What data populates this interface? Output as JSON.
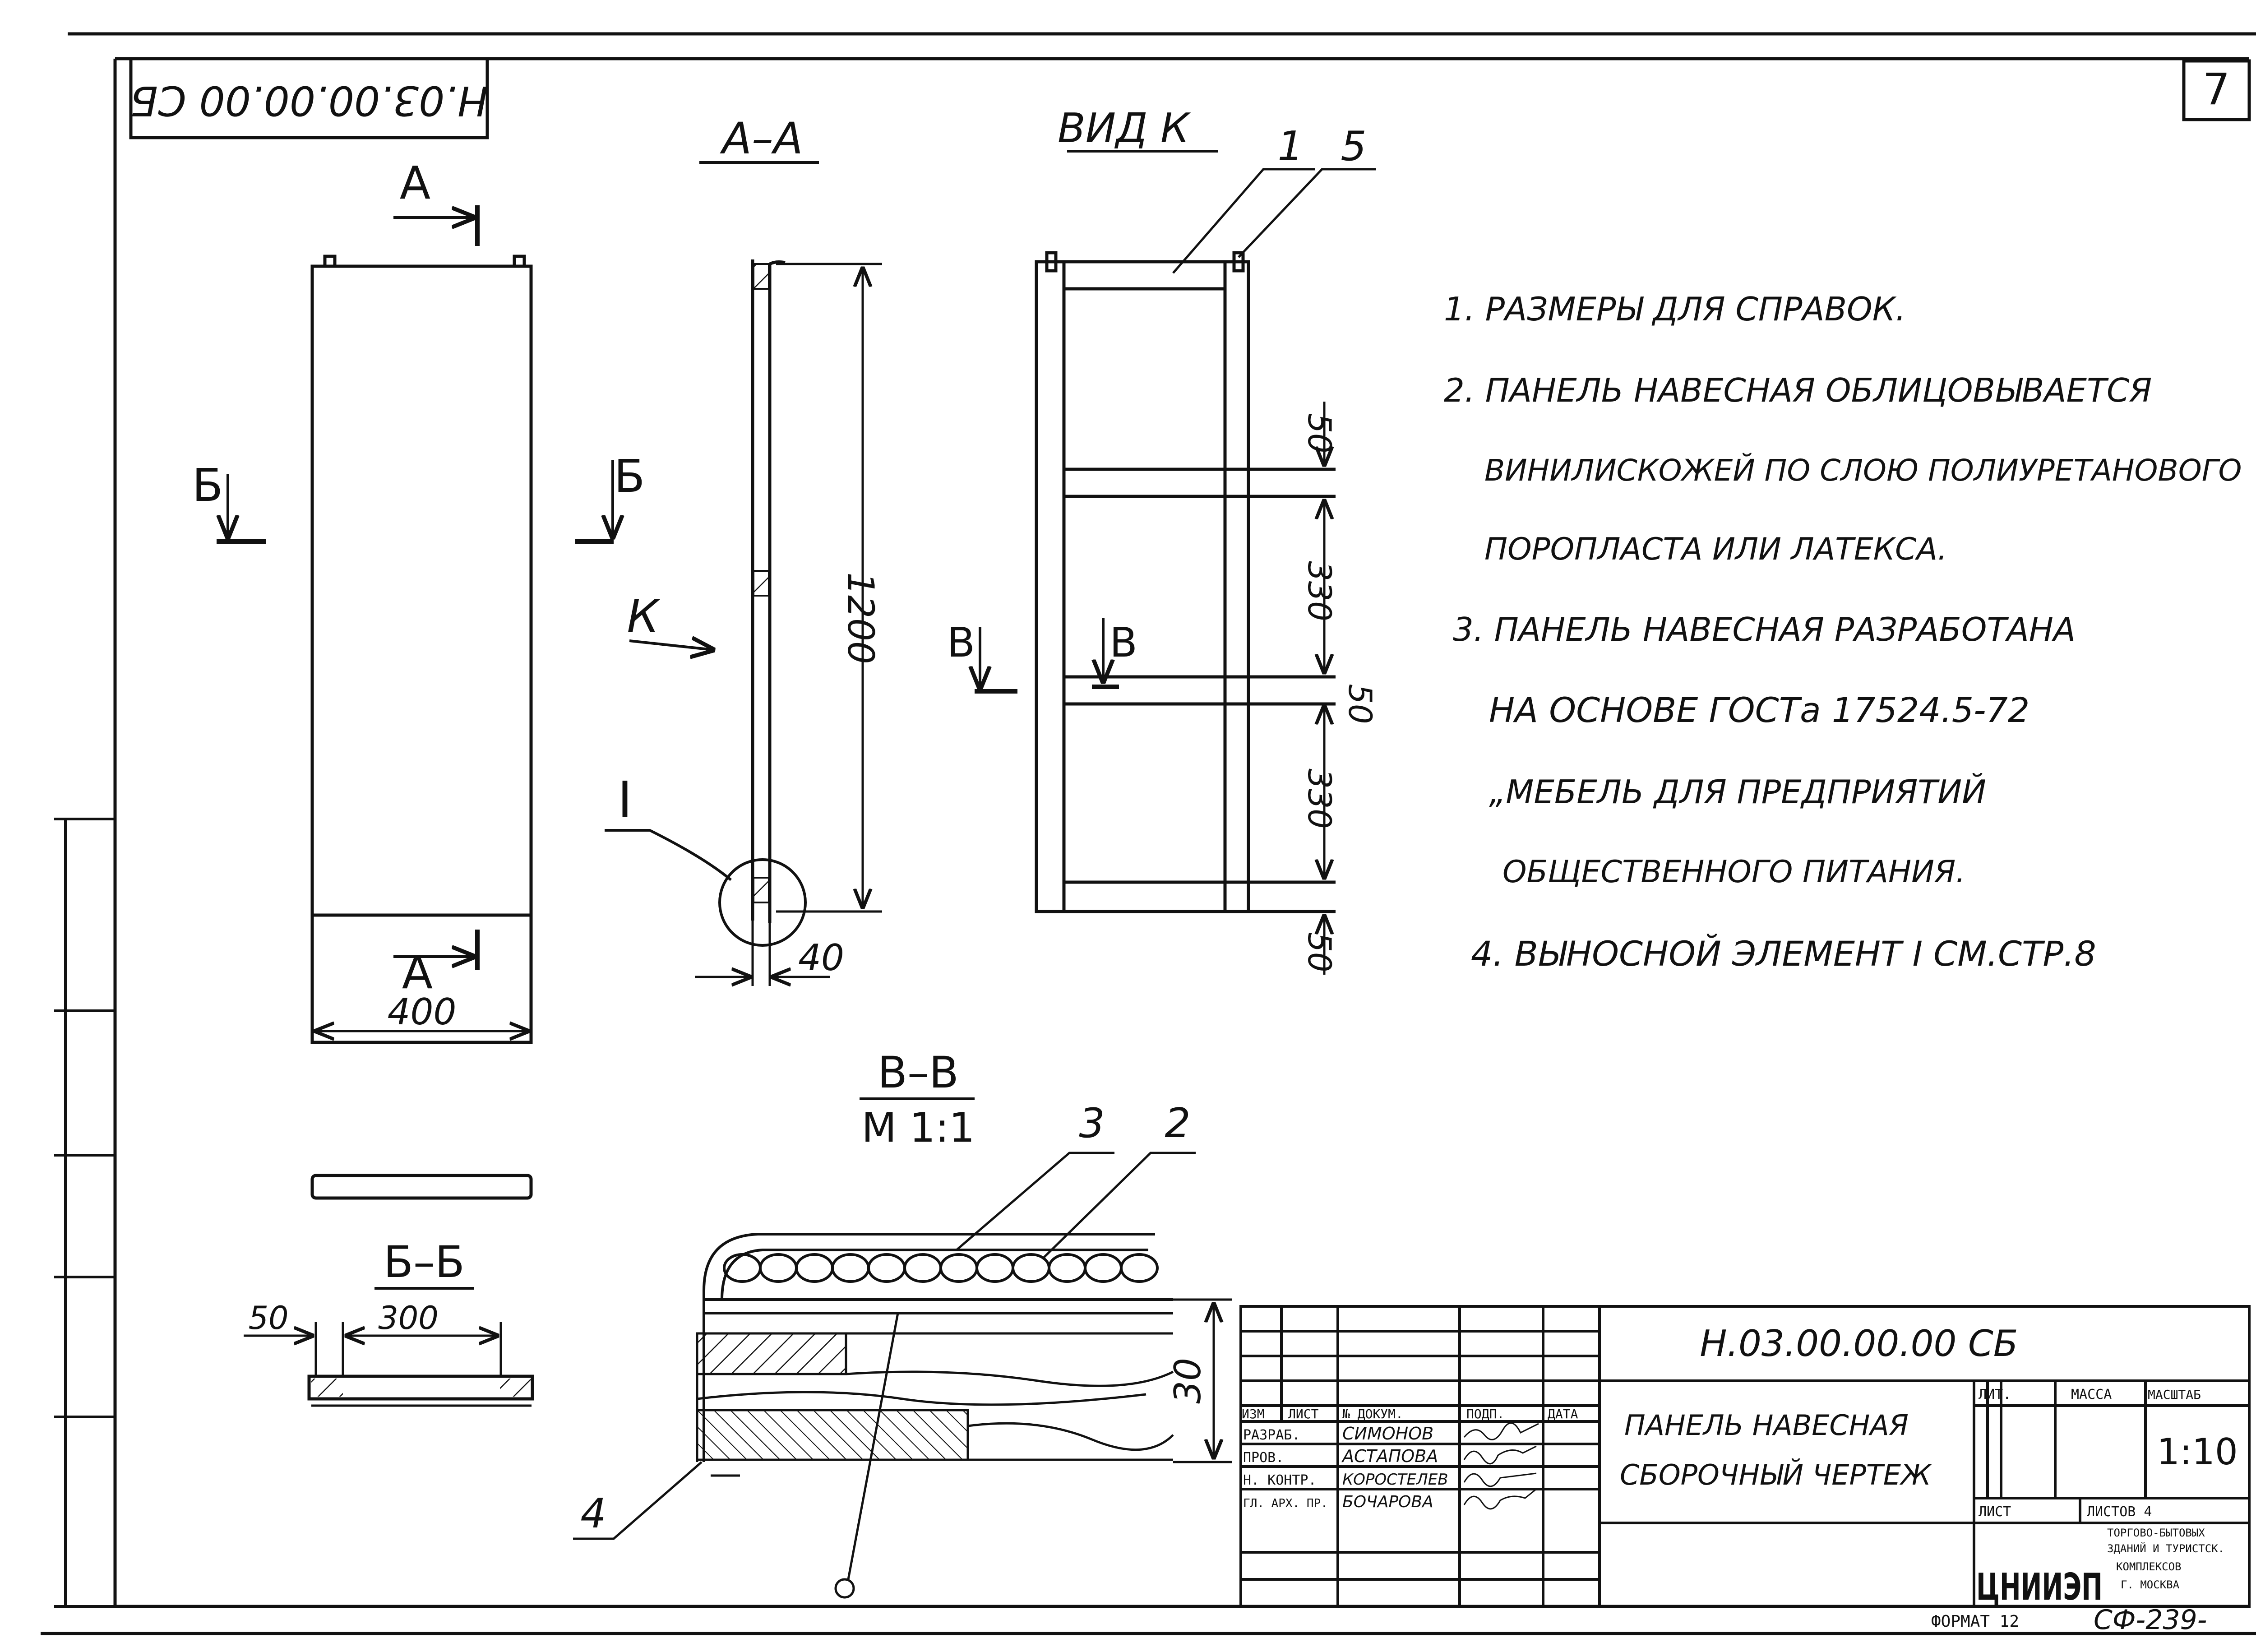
{
  "sheet": {
    "page_number": "7",
    "rotated_code": "Н.03.00.00.00 СБ",
    "format_label": "ФОРМАТ 12",
    "sheet_code": "СФ-239-"
  },
  "views": {
    "section_aa": "А–А",
    "view_k": "ВИД К",
    "section_bb": "Б–Б",
    "section_vv": "В–В",
    "section_vv_scale": "М 1:1",
    "cut_a": "А",
    "cut_b": "Б",
    "cut_v": "В",
    "view_arrow_k": "К",
    "detail_marker": "I"
  },
  "dimensions": {
    "width_400": "400",
    "height_1200": "1200",
    "thickness_40": "40",
    "d50": "50",
    "d330": "330",
    "d300": "300",
    "d30": "30"
  },
  "positions": {
    "p1": "1",
    "p2": "2",
    "p3": "3",
    "p4": "4",
    "p5": "5"
  },
  "notes": [
    "1. РАЗМЕРЫ ДЛЯ СПРАВОК.",
    "2. ПАНЕЛЬ НАВЕСНАЯ ОБЛИЦОВЫВАЕТСЯ",
    "ВИНИЛИСКОЖЕЙ ПО СЛОЮ ПОЛИУРЕТАНОВОГО",
    "ПОРОПЛАСТА ИЛИ ЛАТЕКСА.",
    "3. ПАНЕЛЬ НАВЕСНАЯ РАЗРАБОТАНА",
    "НА ОСНОВЕ ГОСТа 17524.5-72",
    "„МЕБЕЛЬ ДЛЯ ПРЕДПРИЯТИЙ",
    "ОБЩЕСТВЕННОГО ПИТАНИЯ.",
    "4. ВЫНОСНОЙ ЭЛЕМЕНТ I СМ.СТР.8"
  ],
  "title_block": {
    "doc_code": "Н.03.00.00.00 СБ",
    "name_line1": "ПАНЕЛЬ НАВЕСНАЯ",
    "name_line2": "СБОРОЧНЫЙ ЧЕРТЕЖ",
    "col_headers": [
      "ИЗМ",
      "ЛИСТ",
      "№ ДОКУМ.",
      "ПОДП.",
      "ДАТА"
    ],
    "roles": [
      "РАЗРАБ.",
      "ПРОВ.",
      "Н. КОНТР.",
      "ГЛ. АРХ. ПР."
    ],
    "names": [
      "СИМОНОВ",
      "АСТАПОВА",
      "КОРОСТЕЛЕВ",
      "БОЧАРОВА"
    ],
    "lit_label": "ЛИТ.",
    "mass_label": "МАССА",
    "scale_label": "МАСШТАБ",
    "scale_value": "1:10",
    "sheet_label": "ЛИСТ",
    "sheets_label": "ЛИСТОВ 4",
    "org_logo": "ЦНИИЭП",
    "org_line1": "ТОРГОВО-БЫТОВЫХ",
    "org_line2": "ЗДАНИЙ И ТУРИСТСК.",
    "org_line3": "КОМПЛЕКСОВ",
    "org_line4": "Г. МОСКВА"
  }
}
